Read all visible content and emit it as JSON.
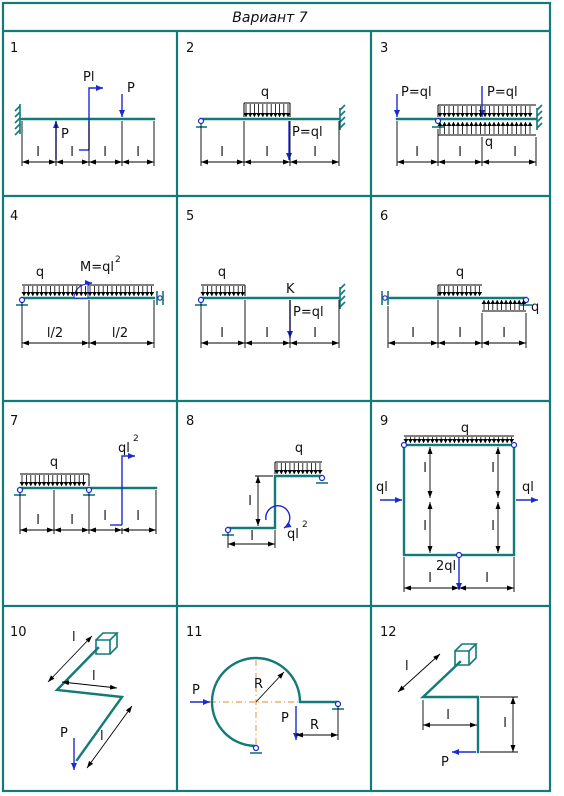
{
  "header": {
    "title": "Вариант  7"
  },
  "cells": [
    {
      "number": "1",
      "labels": {
        "force_a": "Pl",
        "force_b": "P",
        "force_c": "P",
        "dims": [
          "l",
          "l",
          "l",
          "l"
        ]
      }
    },
    {
      "number": "2",
      "labels": {
        "load": "q",
        "force": "P=ql",
        "dims": [
          "l",
          "l",
          "l"
        ]
      }
    },
    {
      "number": "3",
      "labels": {
        "force_a": "P=ql",
        "force_b": "P=ql",
        "load": "q",
        "dims": [
          "l",
          "l",
          "l"
        ]
      }
    },
    {
      "number": "4",
      "labels": {
        "load": "q",
        "moment": "M=ql",
        "moment_exp": "2",
        "dims": [
          "l/2",
          "l/2"
        ]
      }
    },
    {
      "number": "5",
      "labels": {
        "load": "q",
        "point": "K",
        "force": "P=ql",
        "dims": [
          "l",
          "l",
          "l"
        ]
      }
    },
    {
      "number": "6",
      "labels": {
        "load_a": "q",
        "load_b": "q",
        "dims": [
          "l",
          "l",
          "l"
        ]
      }
    },
    {
      "number": "7",
      "labels": {
        "load": "q",
        "moment": "ql",
        "moment_exp": "2",
        "dims": [
          "l",
          "l",
          "l",
          "l"
        ]
      }
    },
    {
      "number": "8",
      "labels": {
        "load": "q",
        "moment": "ql",
        "moment_exp": "2",
        "dim_v": "l",
        "dim_h": "l"
      }
    },
    {
      "number": "9",
      "labels": {
        "load": "q",
        "force_l": "ql",
        "force_r": "ql",
        "force_b": "2ql",
        "dims_h": [
          "l",
          "l"
        ],
        "dims_v": [
          "l",
          "l",
          "l",
          "l"
        ]
      }
    },
    {
      "number": "10",
      "labels": {
        "dim_a": "l",
        "dim_b": "l",
        "dim_c": "l",
        "force": "P"
      }
    },
    {
      "number": "11",
      "labels": {
        "force_a": "P",
        "force_b": "P",
        "radius_a": "R",
        "radius_b": "R"
      }
    },
    {
      "number": "12",
      "labels": {
        "dim_a": "l",
        "dim_b": "l",
        "dim_c": "l",
        "force": "P"
      }
    }
  ],
  "colors": {
    "frame": "#127a78",
    "force": "#1a2bd0",
    "axis": "#e0882a"
  }
}
